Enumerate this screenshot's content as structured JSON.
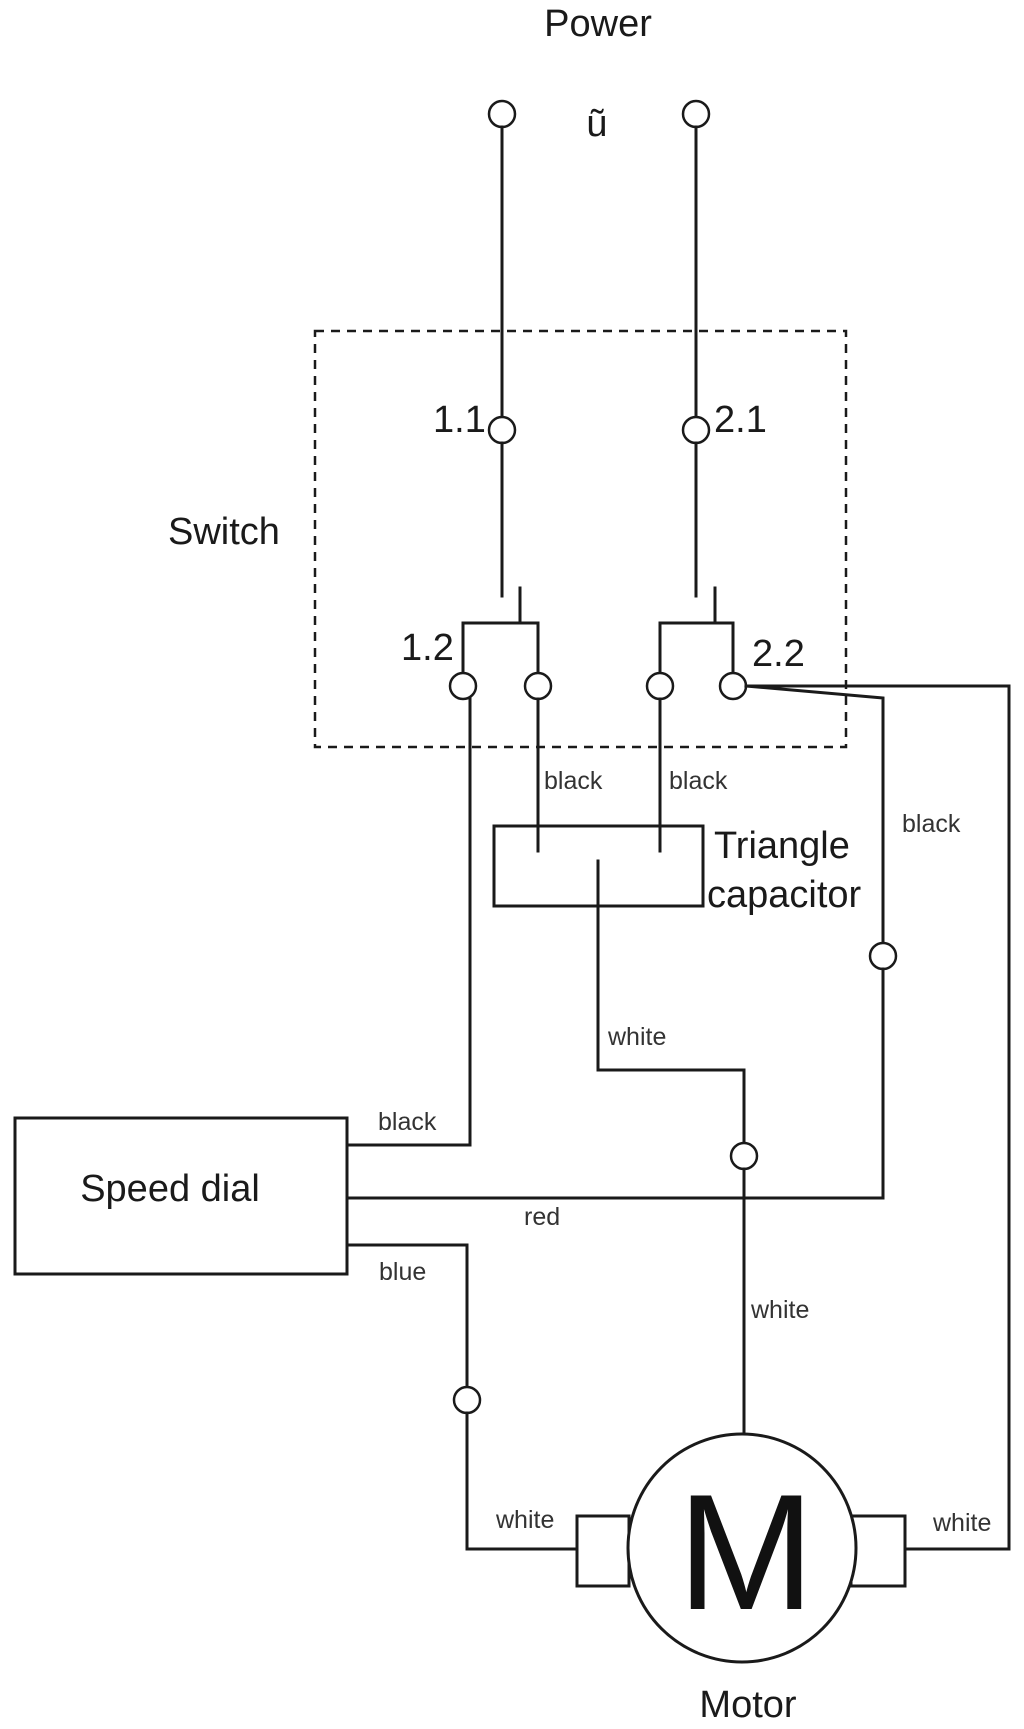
{
  "power": {
    "label": "Power",
    "symbol": "ũ"
  },
  "switch": {
    "label": "Switch",
    "terminals": {
      "t1_1": "1.1",
      "t2_1": "2.1",
      "t1_2": "1.2",
      "t2_2": "2.2"
    }
  },
  "capacitor": {
    "label_line1": "Triangle",
    "label_line2": "capacitor"
  },
  "speed_dial": {
    "label": "Speed dial"
  },
  "motor": {
    "letter": "M",
    "label": "Motor"
  },
  "wires": {
    "cap_left": "black",
    "cap_right": "black",
    "switch_2_2_down": "black",
    "cap_to_motor": "white",
    "dial_top": "black",
    "dial_mid": "red",
    "dial_bottom": "blue",
    "motor_top": "white",
    "motor_left": "white",
    "motor_right": "white"
  }
}
